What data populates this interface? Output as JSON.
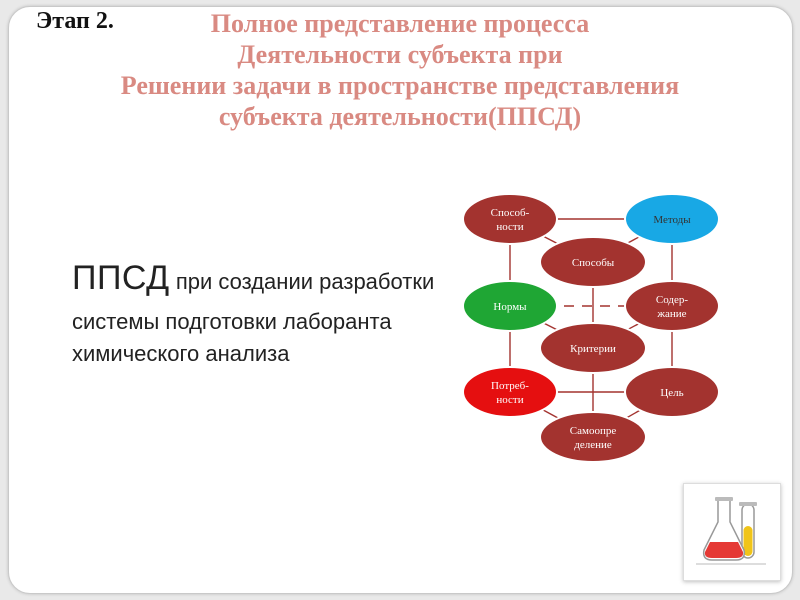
{
  "slide": {
    "stage_label": "Этап 2.",
    "title_lines": [
      "Полное представление процесса",
      "Деятельности субъекта при",
      "Решении задачи в пространстве представления",
      "субъекта деятельности(ППСД)"
    ],
    "body": {
      "abbr": "ППСД",
      "line1_rest": " при создании разработки",
      "line2": "системы подготовки лаборанта",
      "line3": "химического анализа"
    }
  },
  "diagram": {
    "nodes": [
      {
        "id": "sposobnosti",
        "lines": [
          "Способ-",
          "ности"
        ],
        "color": "#a3332f"
      },
      {
        "id": "metody",
        "lines": [
          "Методы"
        ],
        "color": "#18a8e5"
      },
      {
        "id": "sposoby",
        "lines": [
          "Способы"
        ],
        "color": "#a3332f"
      },
      {
        "id": "normy",
        "lines": [
          "Нормы"
        ],
        "color": "#1fa634"
      },
      {
        "id": "soderzhanie",
        "lines": [
          "Содер-",
          "жание"
        ],
        "color": "#a3332f"
      },
      {
        "id": "kriterii",
        "lines": [
          "Критерии"
        ],
        "color": "#a3332f"
      },
      {
        "id": "potrebnosti",
        "lines": [
          "Потреб-",
          "ности"
        ],
        "color": "#e50f10"
      },
      {
        "id": "tsel",
        "lines": [
          "Цель"
        ],
        "color": "#a3332f"
      },
      {
        "id": "samoopredelenie",
        "lines": [
          "Самоопре",
          "деление"
        ],
        "color": "#a3332f"
      }
    ],
    "edge_color": "#a3332f"
  },
  "flask_icon": "chemistry-flask-icon"
}
